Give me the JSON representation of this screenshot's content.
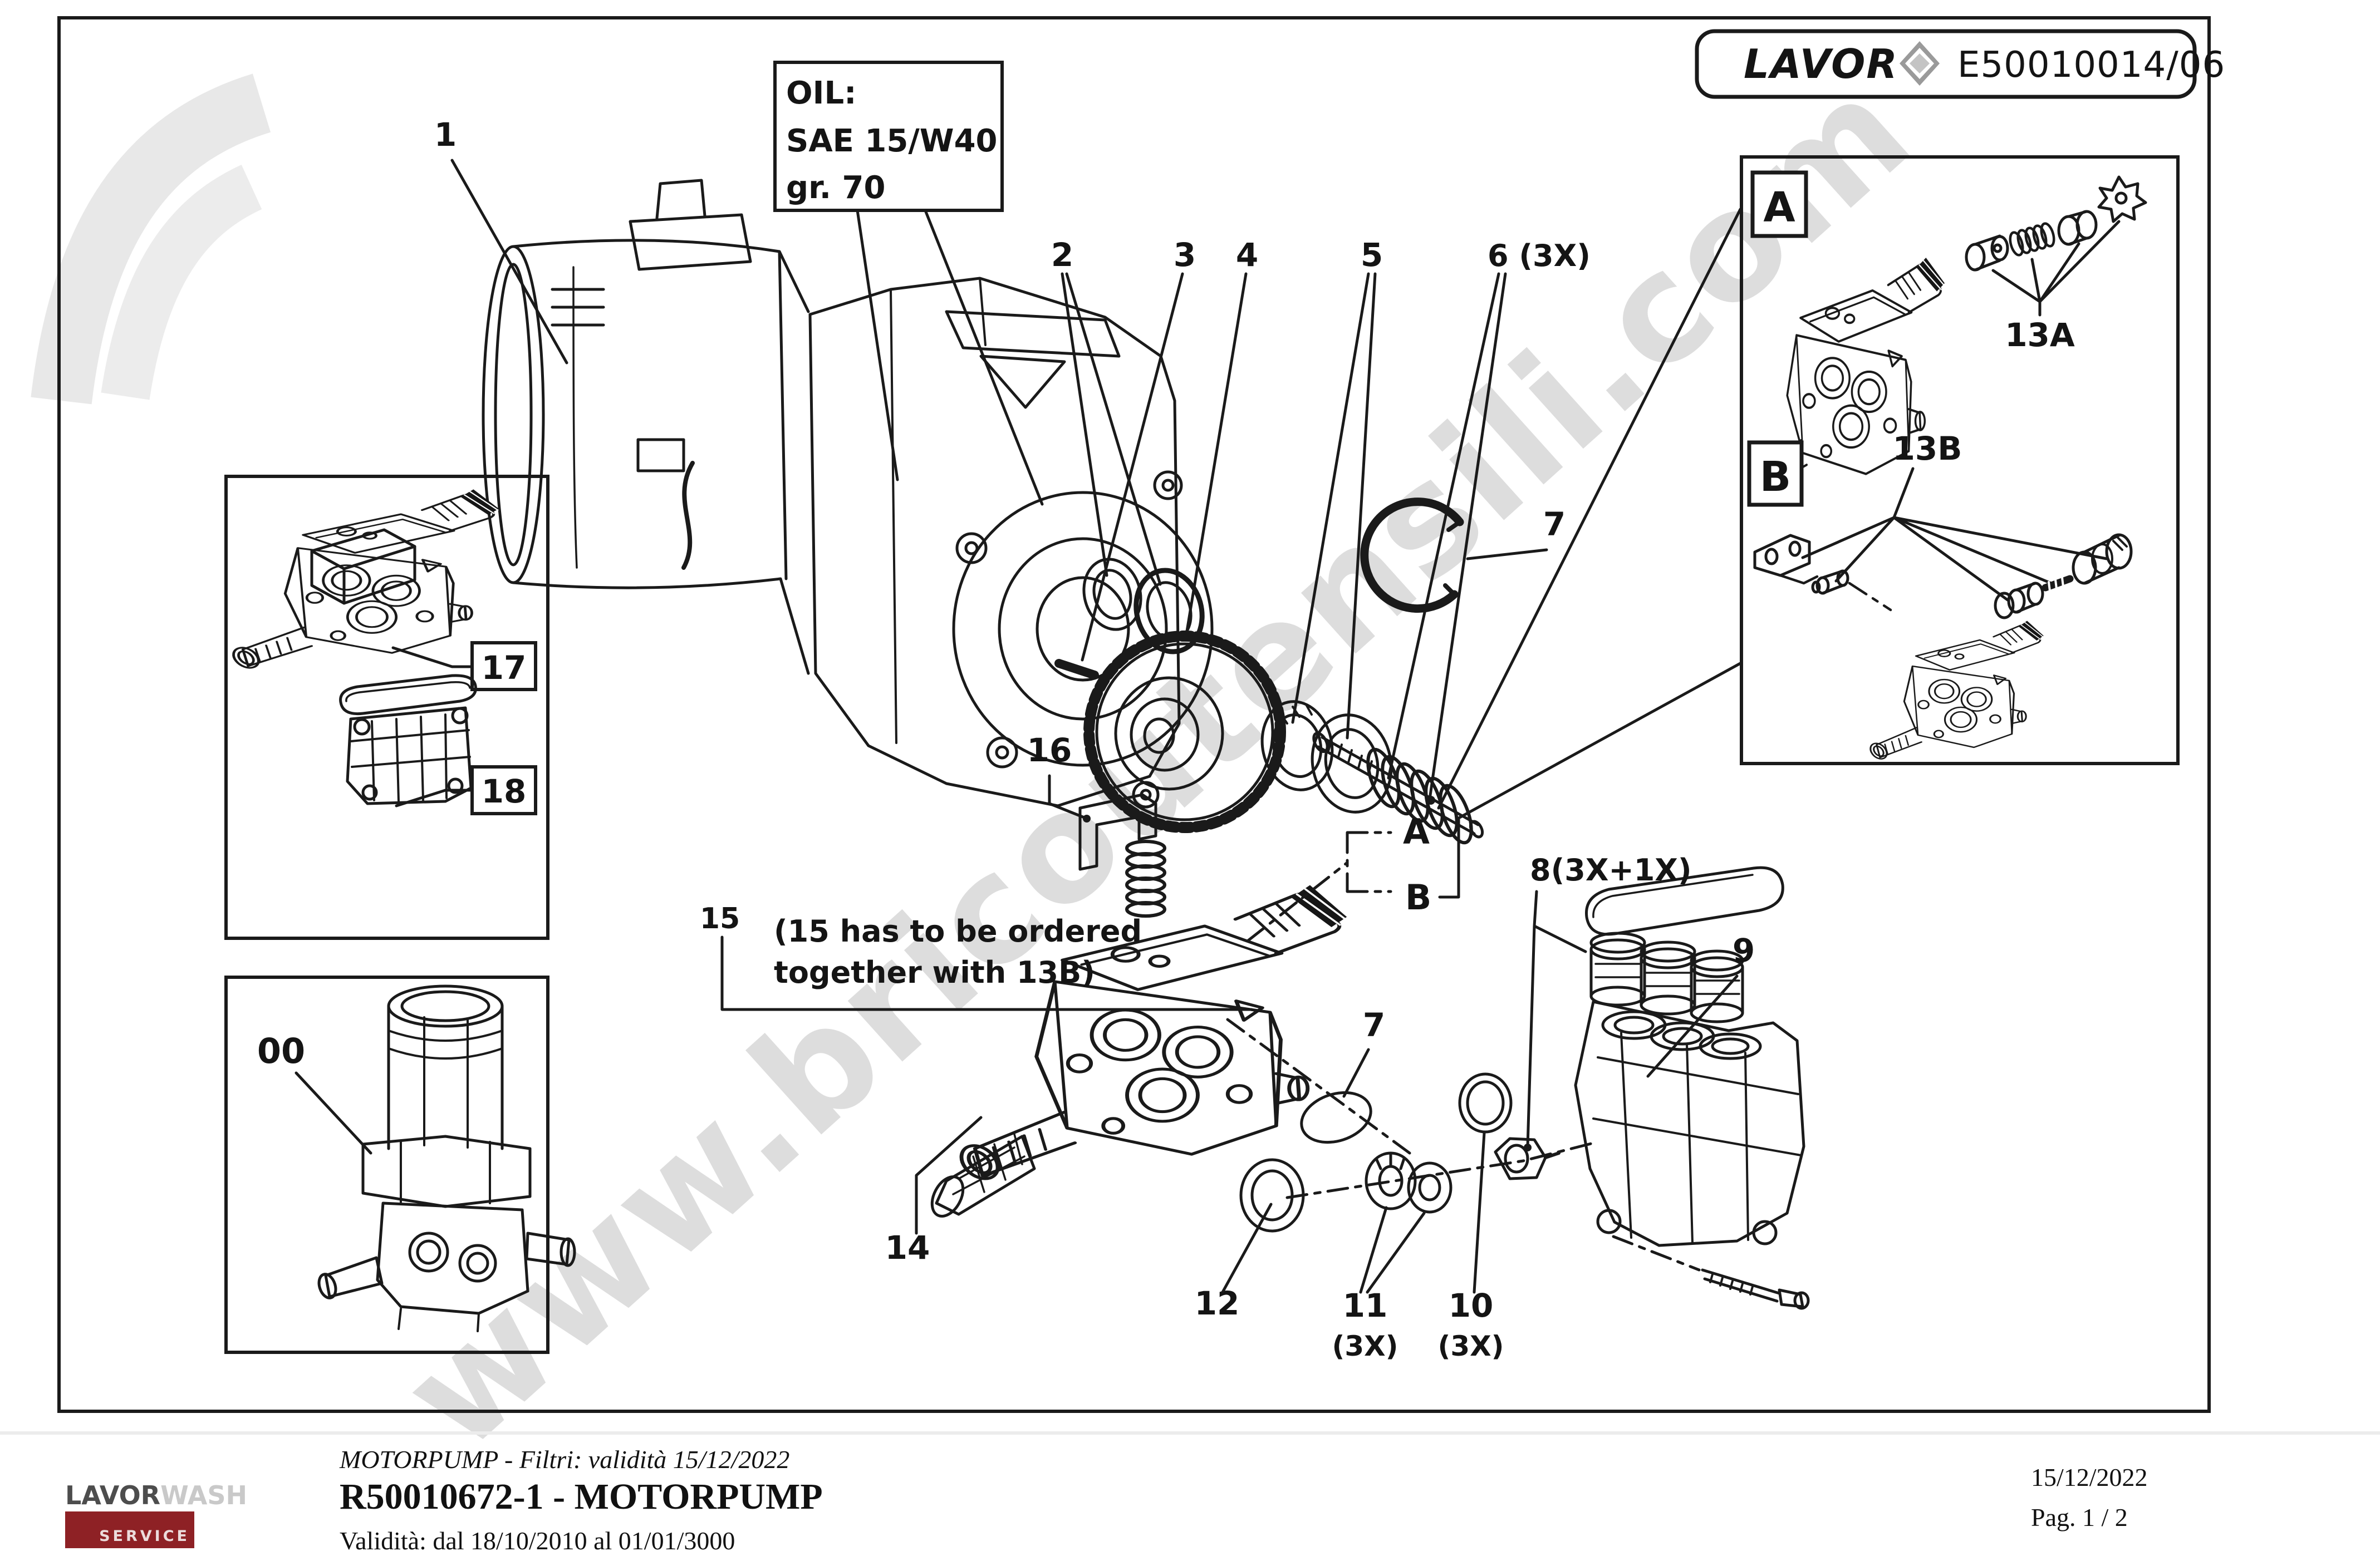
{
  "watermark": "www.bricoutensili.com",
  "header": {
    "brand": "LAVOR",
    "code": "E50010014/06"
  },
  "oil": {
    "l1": "OIL:",
    "l2": "SAE 15/W40",
    "l3": "gr.  70"
  },
  "note15": {
    "l1": "(15 has to be ordered",
    "l2": "together with 13B)"
  },
  "labels": {
    "p1": "1",
    "p2": "2",
    "p3": "3",
    "p4": "4",
    "p5": "5",
    "p6": "6 (3X)",
    "p7": "7",
    "p7b": "7",
    "p8": "8(3X+1X)",
    "p9": "9",
    "p10": "10",
    "p10x": "(3X)",
    "p11": "11",
    "p11x": "(3X)",
    "p12": "12",
    "p13a": "13A",
    "p13b": "13B",
    "p14": "14",
    "p15": "15",
    "p16": "16",
    "p17": "17",
    "p18": "18",
    "p00": "00",
    "refA": "A",
    "refB": "B",
    "boxA": "A",
    "boxB": "B"
  },
  "footer": {
    "logo_part1": "LAVOR",
    "logo_part2": "WASH",
    "logo_service": "SERVICE",
    "series": "MOTORPUMP - Filtri: validità 15/12/2022",
    "title": "R50010672-1 - MOTORPUMP",
    "validity": "Validità: dal 18/10/2010 al 01/01/3000",
    "date": "15/12/2022",
    "page": "Pag. 1 / 2"
  }
}
